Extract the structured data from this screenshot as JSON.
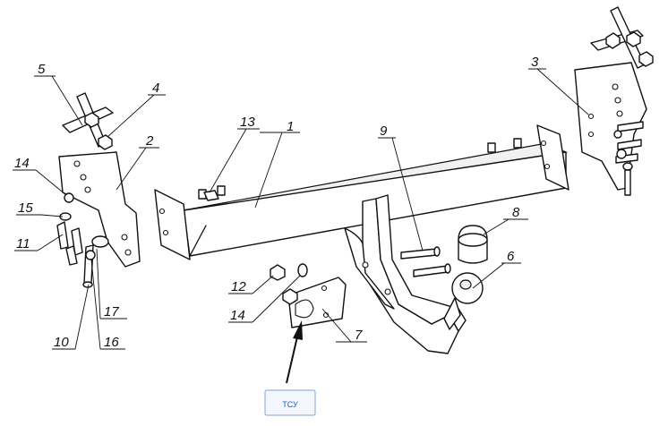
{
  "colors": {
    "ink": "#111111",
    "paper": "#ffffff",
    "badge_border": "#7ea6d8",
    "badge_fill": "#f3f7fd",
    "badge_text": "#1f5fbf"
  },
  "callouts": [
    {
      "id": "label-1",
      "text": "1"
    },
    {
      "id": "label-2",
      "text": "2"
    },
    {
      "id": "label-3",
      "text": "3"
    },
    {
      "id": "label-4",
      "text": "4"
    },
    {
      "id": "label-5",
      "text": "5"
    },
    {
      "id": "label-6",
      "text": "6"
    },
    {
      "id": "label-7",
      "text": "7"
    },
    {
      "id": "label-8",
      "text": "8"
    },
    {
      "id": "label-9",
      "text": "9"
    },
    {
      "id": "label-10",
      "text": "10"
    },
    {
      "id": "label-11",
      "text": "11"
    },
    {
      "id": "label-12",
      "text": "12"
    },
    {
      "id": "label-13",
      "text": "13"
    },
    {
      "id": "label-14a",
      "text": "14"
    },
    {
      "id": "label-14b",
      "text": "14"
    },
    {
      "id": "label-15",
      "text": "15"
    },
    {
      "id": "label-16",
      "text": "16"
    },
    {
      "id": "label-17",
      "text": "17"
    }
  ],
  "badge": {
    "text": "ТСУ"
  }
}
